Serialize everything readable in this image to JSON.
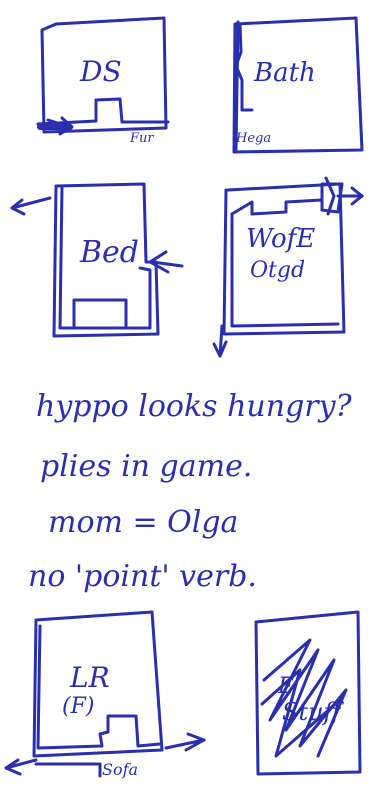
{
  "ink_color": "#2a2fb0",
  "sketches": [
    {
      "id": "ds",
      "label": "DS",
      "sub_label": "Fur"
    },
    {
      "id": "bath",
      "label": "Bath",
      "sub_label": "Hega"
    },
    {
      "id": "bed",
      "label": "Bed"
    },
    {
      "id": "wofe",
      "label": "WofE",
      "label_line2": "Otgd"
    },
    {
      "id": "lr",
      "label": "LR",
      "label_line2": "(F)",
      "sub_label": "Sofa"
    },
    {
      "id": "scribble",
      "scribble_letters": "E",
      "scribble_label": "Stuff"
    }
  ],
  "notes": [
    "hyppo looks hungry?",
    "plies in game.",
    "mom = Olga",
    "no 'point' verb."
  ]
}
